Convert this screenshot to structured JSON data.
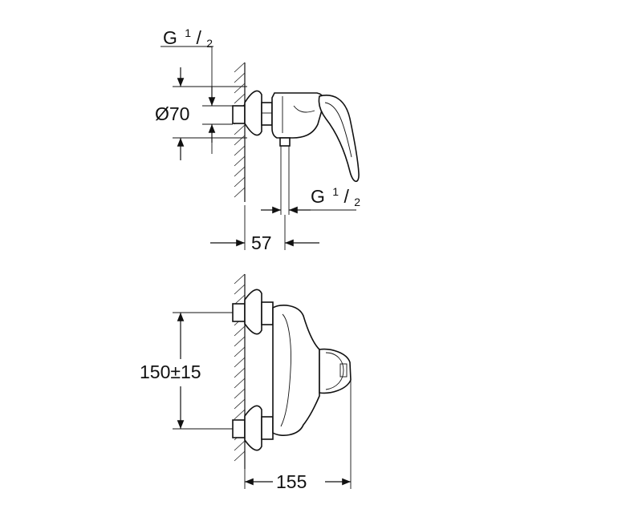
{
  "dimensions": {
    "thread_top": {
      "base": "G",
      "sup": "1",
      "sub": "2"
    },
    "diameter": "Ø70",
    "thread_outlet": {
      "base": "G",
      "sup": "1",
      "sub": "2"
    },
    "depth_side": "57",
    "spacing": "150±15",
    "depth_front": "155"
  }
}
